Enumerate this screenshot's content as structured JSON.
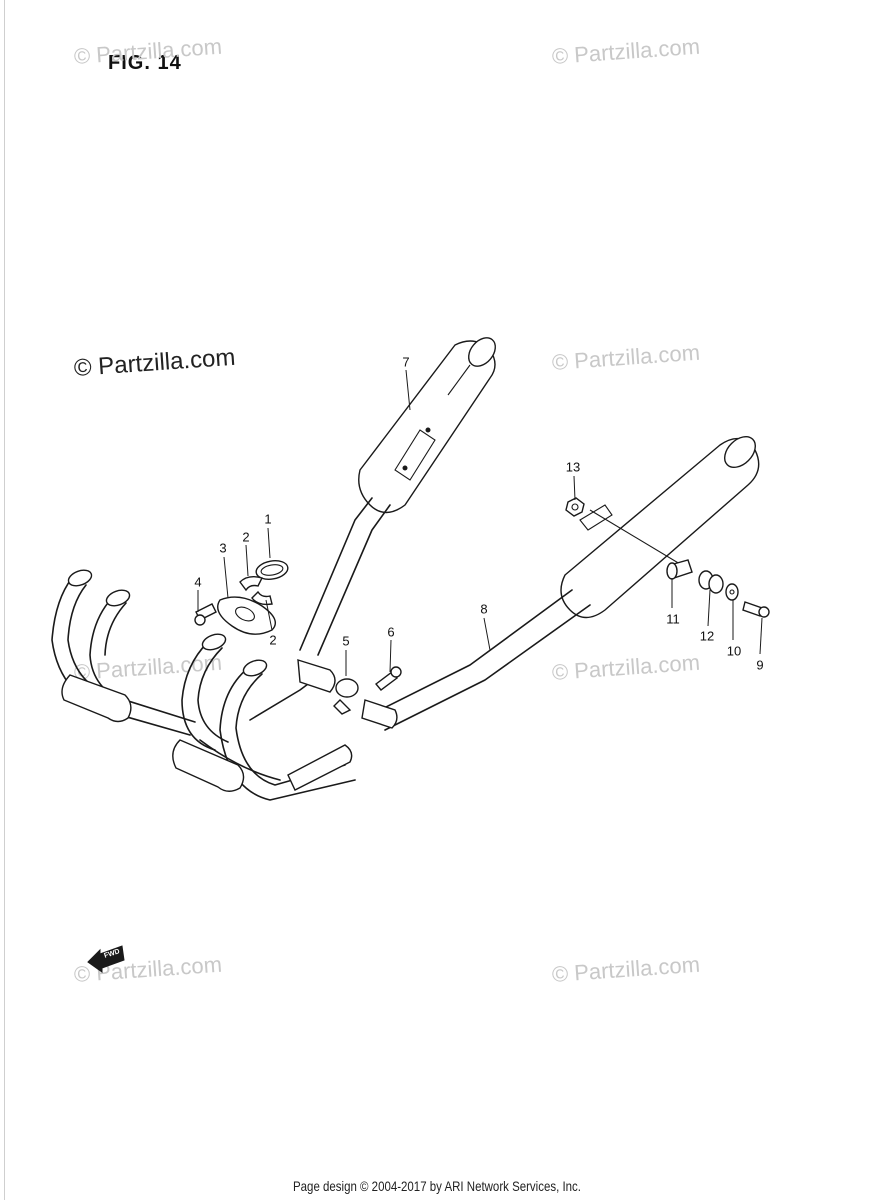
{
  "figure": {
    "title": "FIG. 14"
  },
  "watermarks": [
    "© Partzilla.com",
    "© Partzilla.com",
    "© Partzilla.com",
    "© Partzilla.com",
    "© Partzilla.com",
    "© Partzilla.com",
    "© Partzilla.com",
    "© Partzilla.com"
  ],
  "callouts": [
    "1",
    "2",
    "2",
    "3",
    "4",
    "5",
    "6",
    "7",
    "8",
    "9",
    "10",
    "11",
    "12",
    "13"
  ],
  "fwd_label": "FWD",
  "footer": "Page design © 2004-2017 by ARI Network Services, Inc."
}
